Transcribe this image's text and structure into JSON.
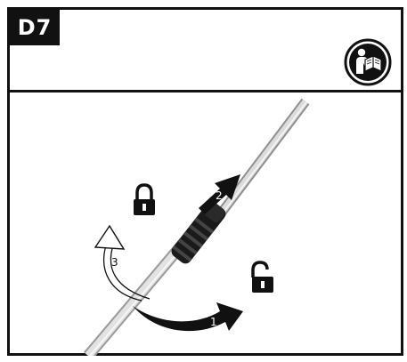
{
  "step": {
    "label": "D7"
  },
  "icons": {
    "manual": "read-manual-icon",
    "lock": "padlock-closed-icon",
    "unlock": "padlock-open-icon"
  },
  "arrows": [
    {
      "number": "1",
      "meaning": "twist-to-unlock"
    },
    {
      "number": "2",
      "meaning": "extend-pole"
    },
    {
      "number": "3",
      "meaning": "twist-to-lock"
    }
  ],
  "colors": {
    "ink": "#111111",
    "pole": "#bdbdbd",
    "paper": "#ffffff"
  }
}
